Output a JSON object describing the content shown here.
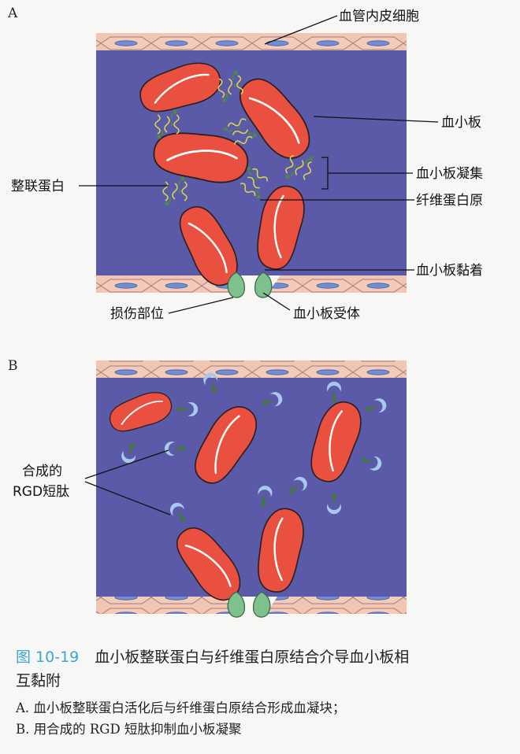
{
  "panels": {
    "a": {
      "letter": "A",
      "labels": {
        "endothelial": "血管内皮细胞",
        "platelet": "血小板",
        "aggregation": "血小板凝集",
        "integrin": "整联蛋白",
        "fibrinogen": "纤维蛋白原",
        "adhesion": "血小板黏着",
        "injury": "损伤部位",
        "receptor": "血小板受体"
      }
    },
    "b": {
      "letter": "B",
      "labels": {
        "synthetic_line1": "合成的",
        "synthetic_line2": "RGD短肽"
      }
    }
  },
  "caption": {
    "figure_number": "图 10-19",
    "title_line1": "血小板整联蛋白与纤维蛋白原结合介导血小板相",
    "title_line2": "互黏附",
    "note_a": "A. 血小板整联蛋白活化后与纤维蛋白原结合形成血凝块；",
    "note_b": "B. 用合成的 RGD 短肽抑制血小板凝聚"
  },
  "colors": {
    "vessel": "#5a5aa8",
    "endothelium": "#f2c6b2",
    "nucleus": "#6e8fd4",
    "platelet": "#e9503f",
    "fibrinogen": "#e9e46a",
    "receptor": "#7fc08f",
    "peptide": "#a8c8ef",
    "caption_number": "#3fa3d8"
  }
}
